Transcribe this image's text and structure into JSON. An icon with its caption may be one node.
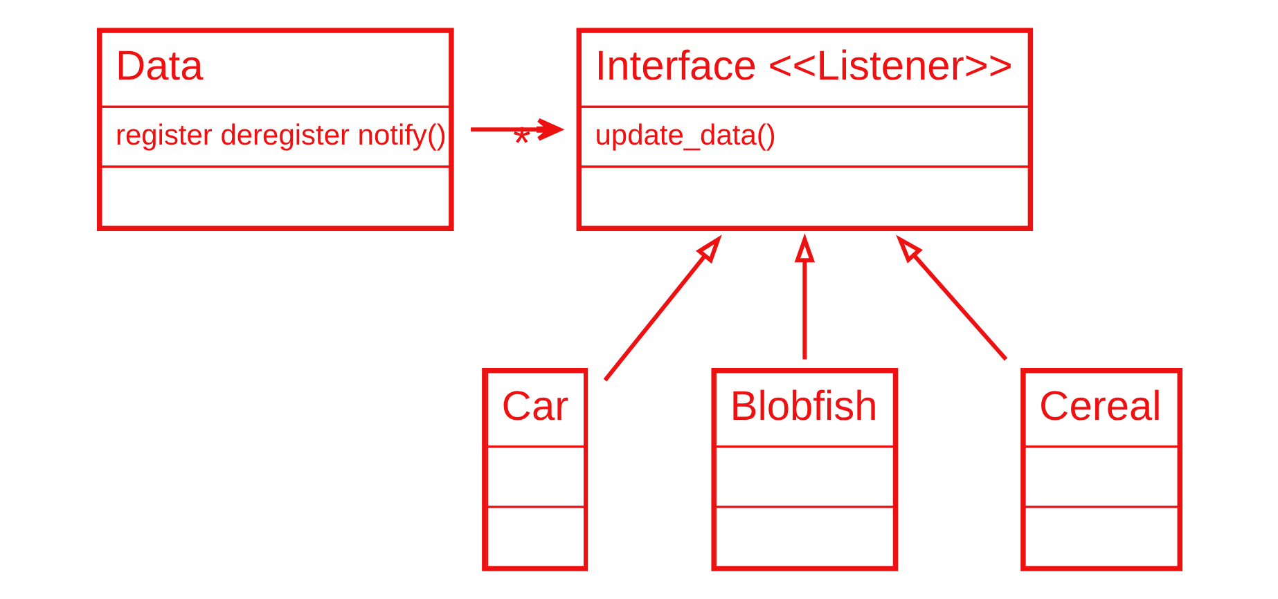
{
  "diagram": {
    "nodes": [
      {
        "text": [
          "Data",
          "register deregister notify()"
        ]
      },
      {
        "text": [
          "Interface <<Listener>>",
          "update_data()"
        ]
      },
      {
        "text": [
          "Car"
        ]
      },
      {
        "text": [
          "Blobfish"
        ]
      },
      {
        "text": [
          "Cereal"
        ]
      }
    ],
    "edges": [
      {
        "from": 0,
        "to": 1,
        "arrow": "to",
        "label": "*"
      },
      {
        "from": 2,
        "to": 1,
        "arrow": "to"
      },
      {
        "from": 3,
        "to": 1,
        "arrow": "to"
      },
      {
        "from": 4,
        "to": 1,
        "arrow": "to"
      }
    ]
  }
}
